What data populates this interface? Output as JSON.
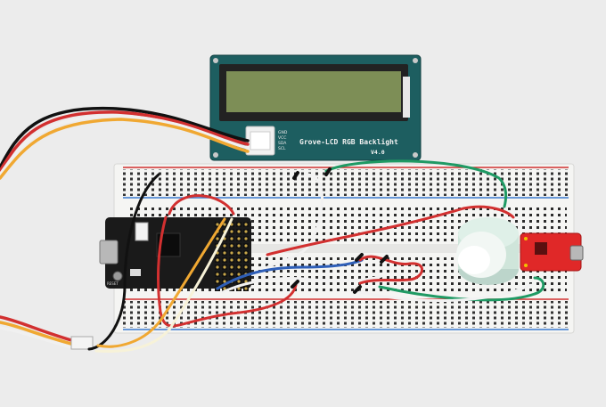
{
  "lcd": {
    "title": "Grove-LCD RGB Backlight",
    "version": "V4.0",
    "pins": [
      "GND",
      "VCC",
      "SDA",
      "SCL"
    ]
  },
  "feather": {
    "reset_label": "RESET"
  },
  "colors": {
    "background": "#ececec",
    "lcd_pcb": "#1d5e60",
    "lcd_screen": "#7d8e56",
    "breadboard": "#f4f4f2",
    "rail_red": "#d23030",
    "rail_blue": "#3a7ad0",
    "feather_pcb": "#1a1a1a",
    "sensor_pcb": "#e02828",
    "knob": "#dff0e8"
  },
  "icons": {
    "lcd": "lcd-module-icon",
    "board": "microcontroller-board-icon",
    "knob": "rotary-knob-icon"
  }
}
